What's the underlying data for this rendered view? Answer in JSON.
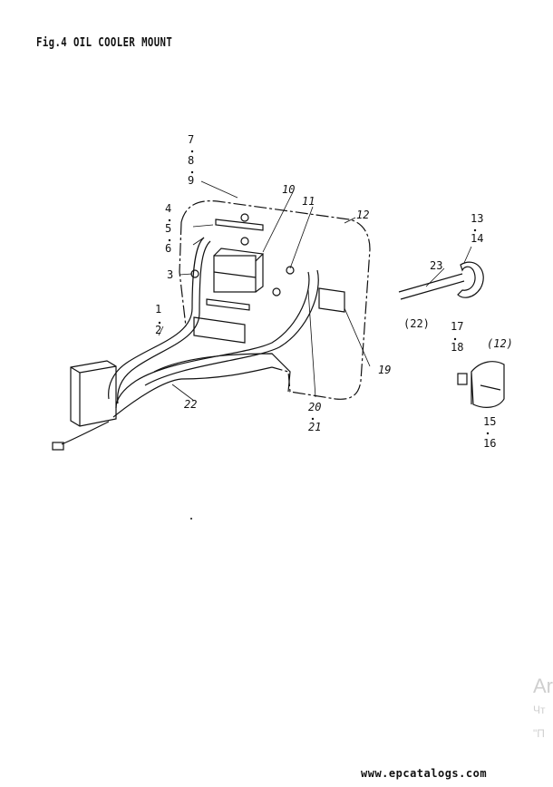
{
  "title": "Fig.4 OIL COOLER MOUNT",
  "labels": {
    "l1": "1",
    "l2": "2",
    "l3": "3",
    "l4": "4",
    "l5": "5",
    "l6": "6",
    "l7": "7",
    "l8": "8",
    "l9": "9",
    "l10": "10",
    "l11": "11",
    "l12": "12",
    "l13": "13",
    "l14": "14",
    "l15": "15",
    "l16": "16",
    "l17": "17",
    "l18": "18",
    "l19": "19",
    "l20": "20",
    "l21": "21",
    "l22": "22",
    "l22p": "(22)",
    "l23": "23",
    "l12p": "(12)"
  },
  "watermark": {
    "line1": "Ar",
    "line2": "Чт",
    "line3": "\"П"
  },
  "site": "www.epcatalogs.com"
}
